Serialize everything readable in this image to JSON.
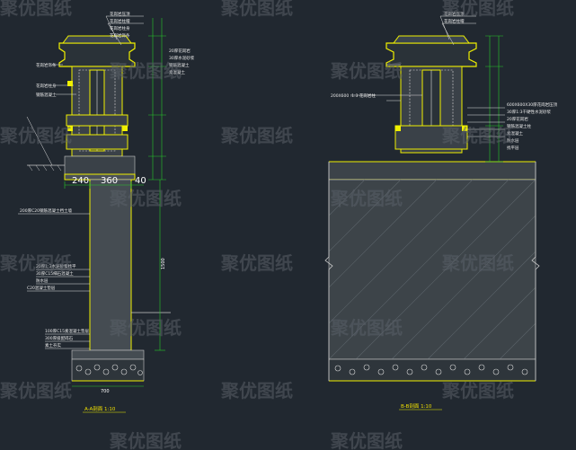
{
  "watermark": "聚优图纸",
  "section_a": {
    "title": "A-A剖面 1:10",
    "labels_top": [
      "花岗岩压顶",
      "花岗岩柱帽",
      "花岗岩柱身",
      "花岗岩饰条"
    ],
    "labels_right_top": [
      "20厚花岗岩",
      "30厚水泥砂浆",
      "钢筋混凝土",
      "素混凝土"
    ],
    "labels_left_mid": [
      "花岗岩饰条",
      "花岗岩柱身",
      "钢筋混凝土"
    ],
    "label_wall": "200厚C20钢筋混凝土挡土墙",
    "labels_left_lower": [
      "20厚1:3水泥砂浆找平",
      "30厚C15细石混凝土",
      "防水层",
      "C20混凝土垫层"
    ],
    "labels_left_bottom": [
      "100厚C15素混凝土垫层",
      "300厚级配碎石",
      "素土夯实"
    ],
    "dims": [
      "240",
      "360",
      "40",
      "1500",
      "700"
    ]
  },
  "section_b": {
    "title": "B-B剖面 1:10",
    "label_left": "200X600 :1:3 花岗岩柱",
    "labels_right": [
      "600X600X30厚花岗岩压顶",
      "30厚1:3干硬性水泥砂浆",
      "20厚花岗岩",
      "钢筋混凝土柱",
      "素混凝土",
      "防水层",
      "找平层"
    ]
  }
}
